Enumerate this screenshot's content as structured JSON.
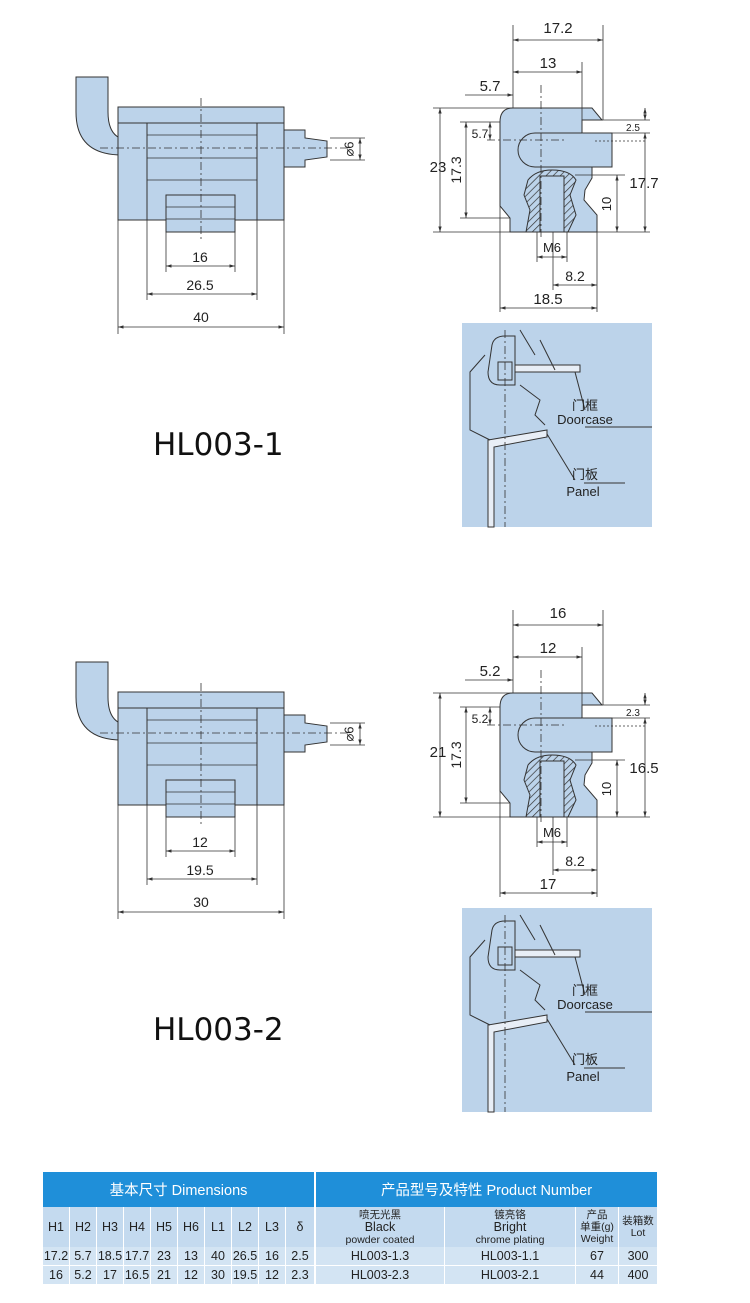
{
  "products": [
    {
      "title": "HL003-1",
      "front": {
        "d16": "16",
        "d26": "26.5",
        "d40": "40",
        "dia": "⌀6"
      },
      "side": {
        "w_top": "17.2",
        "w_slot": "13",
        "offset_h": "5.7",
        "h_total": "23",
        "h_inner": "17.3",
        "offset_v": "5.7",
        "gap": "2.5",
        "h_slot": "17.7",
        "h_insert": "10",
        "thread": "M6",
        "d_center": "8.2",
        "w_base": "18.5"
      },
      "install": {
        "frame_cn": "门框",
        "frame_en": "Doorcase",
        "panel_cn": "门板",
        "panel_en": "Panel"
      }
    },
    {
      "title": "HL003-2",
      "front": {
        "d16": "12",
        "d26": "19.5",
        "d40": "30",
        "dia": "⌀6"
      },
      "side": {
        "w_top": "16",
        "w_slot": "12",
        "offset_h": "5.2",
        "h_total": "21",
        "h_inner": "17.3",
        "offset_v": "5.2",
        "gap": "2.3",
        "h_slot": "16.5",
        "h_insert": "10",
        "thread": "M6",
        "d_center": "8.2",
        "w_base": "17"
      },
      "install": {
        "frame_cn": "门框",
        "frame_en": "Doorcase",
        "panel_cn": "门板",
        "panel_en": "Panel"
      }
    }
  ],
  "table": {
    "dimensions_header": "基本尺寸 Dimensions",
    "product_header": "产品型号及特性 Product Number",
    "dim_columns": [
      "H1",
      "H2",
      "H3",
      "H4",
      "H5",
      "H6",
      "L1",
      "L2",
      "L3",
      "δ"
    ],
    "black_cn": "喷无光黑",
    "black_en1": "Black",
    "black_en2": "powder coated",
    "chrome_cn": "镀亮铬",
    "chrome_en1": "Bright",
    "chrome_en2": "chrome plating",
    "weight_cn1": "产品",
    "weight_cn2": "单重(g)",
    "weight_en": "Weight",
    "lot_cn": "装箱数",
    "lot_en": "Lot",
    "rows": [
      {
        "dims": [
          "17.2",
          "5.7",
          "18.5",
          "17.7",
          "23",
          "13",
          "40",
          "26.5",
          "16",
          "2.5"
        ],
        "black": "HL003-1.3",
        "chrome": "HL003-1.1",
        "weight": "67",
        "lot": "300"
      },
      {
        "dims": [
          "16",
          "5.2",
          "17",
          "16.5",
          "21",
          "12",
          "30",
          "19.5",
          "12",
          "2.3"
        ],
        "black": "HL003-2.3",
        "chrome": "HL003-2.1",
        "weight": "44",
        "lot": "400"
      }
    ]
  },
  "colors": {
    "part_fill": "#bcd3ea",
    "line": "#333333",
    "table_header": "#1f8fd9"
  }
}
